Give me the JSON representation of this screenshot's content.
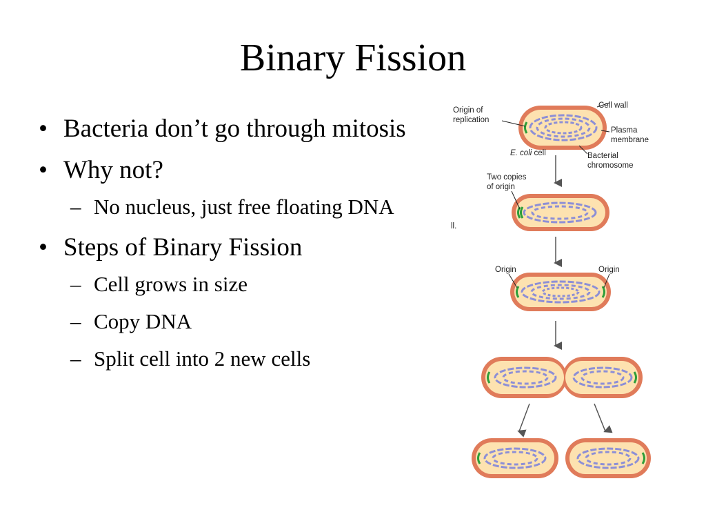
{
  "slide": {
    "title": "Binary Fission",
    "bullets": [
      {
        "text": "Bacteria don’t go through mitosis",
        "sub": []
      },
      {
        "text": "Why not?",
        "sub": [
          "No nucleus, just free floating DNA"
        ]
      },
      {
        "text": "Steps of Binary Fission",
        "sub": [
          "Cell grows in size",
          "Copy DNA",
          "Split cell into 2 new cells"
        ]
      }
    ],
    "bullet_glyph": "•",
    "sub_glyph": "–"
  },
  "diagram": {
    "labels": {
      "origin_of_replication_1": "Origin of",
      "origin_of_replication_2": "replication",
      "cell_wall": "Cell wall",
      "plasma_membrane_1": "Plasma",
      "plasma_membrane_2": "membrane",
      "bacterial_chromosome_1": "Bacterial",
      "bacterial_chromosome_2": "chromosome",
      "ecoli_italic": "E. coli",
      "ecoli_cell": " cell",
      "two_copies_1": "Two copies",
      "two_copies_2": "of origin",
      "origin_left": "Origin",
      "origin_right": "Origin",
      "cropped_fragment": "ll."
    },
    "colors": {
      "cell_wall": "#e07b5a",
      "cytoplasm": "#fde2b0",
      "chromosome": "#8d8fd6",
      "origin": "#2e9e3a",
      "arrow": "#555555"
    }
  }
}
